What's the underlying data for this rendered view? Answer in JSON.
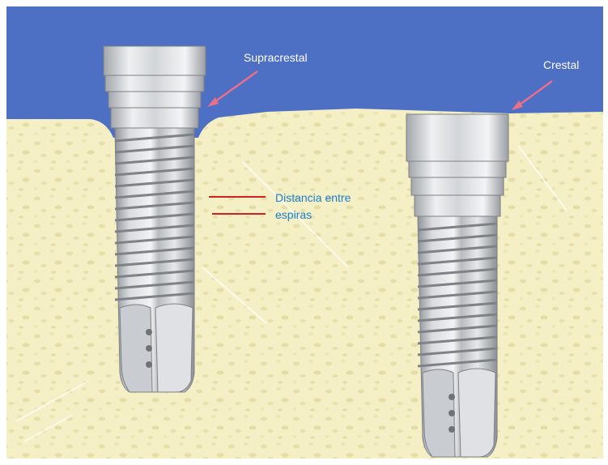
{
  "labels": {
    "supracrestal": "Supracrestal",
    "crestal": "Crestal",
    "thread_distance_line1": "Distancia entre",
    "thread_distance_line2": "espiras"
  },
  "colors": {
    "soft_tissue": "#4d6fc4",
    "bone": "#f4efc4",
    "bone_spot": "#e9e2b0",
    "implant_light": "#e4e6e8",
    "implant_mid": "#c3c6c9",
    "implant_dark": "#8f9398",
    "arrow": "#e8708a",
    "marker_line": "#d42020",
    "callout_text": "#1a7fd0",
    "label_text": "#ffffff"
  },
  "implants": [
    {
      "name": "supracrestal-implant",
      "label": "Supracrestal"
    },
    {
      "name": "crestal-implant",
      "label": "Crestal"
    }
  ]
}
